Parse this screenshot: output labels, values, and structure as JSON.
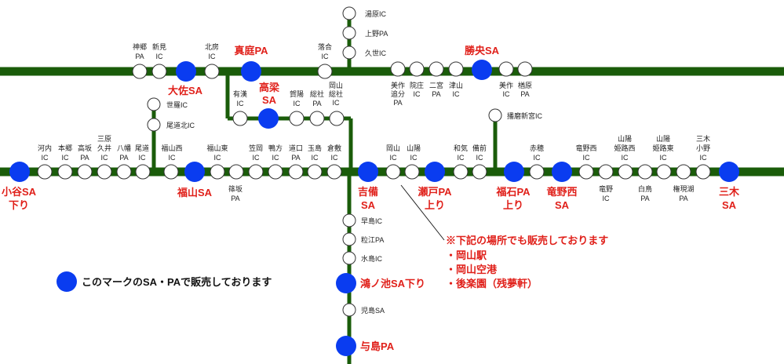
{
  "colors": {
    "line": "#1a5c0a",
    "sales_point": "#0a3cf0",
    "stop_fill": "#ffffff",
    "stop_border": "#333333",
    "highlight": "#e0201a",
    "text": "#222222"
  },
  "stations": {
    "yubara": "湯原IC",
    "uenopa": "上野PA",
    "kuse": "久世IC",
    "kamigo": [
      "神郷",
      "PA"
    ],
    "niimi": [
      "新見",
      "IC"
    ],
    "osa": "大佐SA",
    "hokubo": [
      "北房",
      "IC"
    ],
    "maniwa": "真庭PA",
    "ochiai": [
      "落合",
      "IC"
    ],
    "arikan": [
      "有漢",
      "IC"
    ],
    "takahashi": [
      "高梁",
      "SA"
    ],
    "kayo": [
      "賀陽",
      "IC"
    ],
    "soja_pa": [
      "総社",
      "PA"
    ],
    "okayama_soja": [
      "岡山",
      "総社",
      "IC"
    ],
    "mimasaka_oiwake": [
      "美作",
      "追分",
      "PA"
    ],
    "insho": [
      "院庄",
      "IC"
    ],
    "ninomiya": [
      "二宮",
      "PA"
    ],
    "tsuyama": [
      "津山",
      "IC"
    ],
    "shoboku": "勝央SA",
    "mimasaka_ic": [
      "美作",
      "IC"
    ],
    "narahara": [
      "楢原",
      "PA"
    ],
    "sera": "世羅IC",
    "onomichi_kita": "尾道北IC",
    "harima_shingu": "播磨新宮IC",
    "kochi": [
      "河内",
      "IC"
    ],
    "hongo": [
      "本郷",
      "IC"
    ],
    "takasaka": [
      "高坂",
      "PA"
    ],
    "mihara_kui": [
      "三原",
      "久井",
      "IC"
    ],
    "hachiman": [
      "八幡",
      "PA"
    ],
    "onomichi": [
      "尾道",
      "IC"
    ],
    "fukuyama_nishi": [
      "福山西",
      "IC"
    ],
    "fukuyama_higashi": [
      "福山東",
      "IC"
    ],
    "shinozaka": [
      "篠坂",
      "PA"
    ],
    "kasaoka": [
      "笠岡",
      "IC"
    ],
    "kamogata": [
      "鴨方",
      "IC"
    ],
    "michiguchi": [
      "道口",
      "PA"
    ],
    "tamashima": [
      "玉島",
      "IC"
    ],
    "kurashiki": [
      "倉敷",
      "IC"
    ],
    "okayama_ic": [
      "岡山",
      "IC"
    ],
    "sanyo": [
      "山陽",
      "IC"
    ],
    "wake": [
      "和気",
      "IC"
    ],
    "bizen": [
      "備前",
      "IC"
    ],
    "ako": [
      "赤穂",
      "IC"
    ],
    "tatsuno_nishi": [
      "竜野西",
      "IC"
    ],
    "sanyo_himeji_nishi": [
      "山陽",
      "姫路西",
      "IC"
    ],
    "sanyo_himeji_higashi": [
      "山陽",
      "姫路東",
      "IC"
    ],
    "miki_ono": [
      "三木",
      "小野",
      "IC"
    ],
    "tatsuno": [
      "竜野",
      "IC"
    ],
    "shirotori": [
      "白鳥",
      "PA"
    ],
    "gongenko": [
      "権現湖",
      "PA"
    ],
    "yakage_sa_down": [
      "小谷SA",
      "下り"
    ],
    "fukuyama_sa": "福山SA",
    "kibi_sa": [
      "吉備",
      "SA"
    ],
    "seto_pa_up": [
      "瀬戸PA",
      "上り"
    ],
    "fukuishi_pa_up": [
      "福石PA",
      "上り"
    ],
    "tatsuno_nishi_sa": [
      "竜野西",
      "SA"
    ],
    "miki_sa": [
      "三木",
      "SA"
    ],
    "hayashima": "早島IC",
    "kurae_pa": "粒江PA",
    "mizushima": "水島IC",
    "konoike_sa": "鴻ノ池SA下り",
    "kojima_pa": "児島SA",
    "yoshima_pa": "与島PA"
  },
  "note": {
    "heading": "※下記の場所でも販売しております",
    "items": [
      "・岡山駅",
      "・岡山空港",
      "・後楽園（残夢軒）"
    ]
  },
  "legend": {
    "label": "このマークのSA・PAで販売しております"
  }
}
